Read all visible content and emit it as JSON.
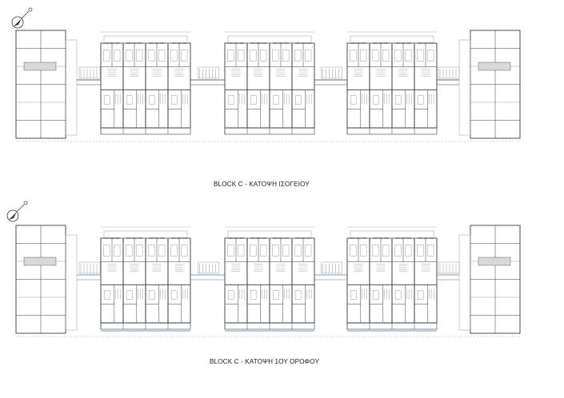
{
  "plans": [
    {
      "caption": "BLOCK C - ΚΑΤΟΨΗ ΙΣΟΓΕΙΟΥ",
      "level": "ground"
    },
    {
      "caption": "BLOCK C - ΚΑΤΟΨΗ 1ΟΥ ΟΡΟΦΟΥ",
      "level": "first"
    }
  ],
  "icons": {
    "north_arrow": "north-arrow-icon"
  },
  "colors": {
    "line": "#3a3a3a",
    "light": "#9a9a9a",
    "accent": "#3f7fc0",
    "fill": "#d9d9d9"
  }
}
